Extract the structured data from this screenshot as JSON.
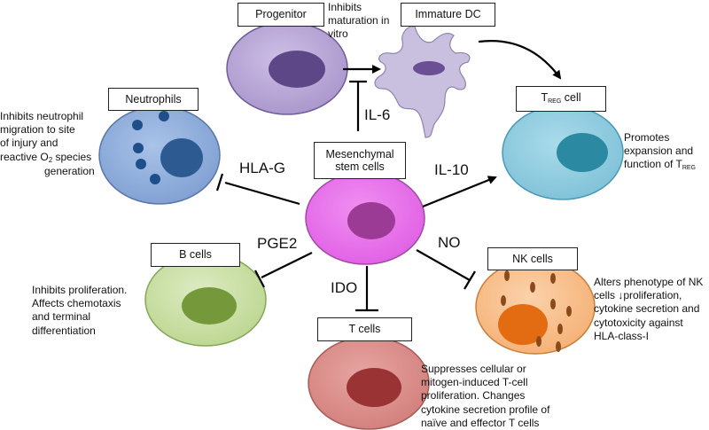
{
  "cells": {
    "progenitor": {
      "name": "Progenitor"
    },
    "immature_dc": {
      "name": "Immature DC"
    },
    "neutrophils": {
      "name": "Neutrophils"
    },
    "treg": {
      "name_main": "T",
      "name_sub": "REG",
      "name_rest": " cell"
    },
    "msc": {
      "name_line1": "Mesenchymal",
      "name_line2": "stem cells"
    },
    "b_cells": {
      "name": "B cells"
    },
    "nk_cells": {
      "name": "NK cells"
    },
    "t_cells": {
      "name": "T cells"
    }
  },
  "effects": {
    "dc": [
      "Inhibits",
      "maturation in",
      "vitro"
    ],
    "neutrophils": [
      "Inhibits neutrophil",
      "migration to site",
      "of injury and",
      "species",
      "generation"
    ],
    "neutrophils_o2": {
      "main": "reactive O",
      "sub": "2"
    },
    "treg": {
      "line1": "Promotes",
      "line2": "expansion and",
      "line3_main": "function of T",
      "line3_sub": "REG"
    },
    "b_cells": [
      "Inhibits proliferation.",
      "Affects chemotaxis",
      "and terminal",
      "differentiation"
    ],
    "nk_cells": [
      "Alters phenotype of NK",
      "cells ↓proliferation,",
      "cytokine secretion and",
      "cytotoxicity against",
      "HLA-class-I"
    ],
    "t_cells": [
      "Suppresses cellular or",
      "mitogen-induced T-cell",
      "proliferation.  Changes",
      "cytokine secretion profile of",
      "naïve and effector T cells"
    ]
  },
  "mediators": {
    "il6": "IL-6",
    "hla_g": "HLA-G",
    "il10": "IL-10",
    "pge2": "PGE2",
    "ido": "IDO",
    "no": "NO"
  },
  "colors": {
    "progenitor_outer": "#b4a3d3",
    "progenitor_nucleus": "#5e4787",
    "dc_body": "#c9bfdf",
    "dc_nucleus": "#6a4f95",
    "neutrophil_outer": "#8eaedb",
    "neutrophil_nucleus": "#2c5a91",
    "treg_outer": "#8ecde0",
    "treg_nucleus": "#2b8aa2",
    "msc_outer": "#e870ea",
    "msc_nucleus": "#9b3b95",
    "b_outer": "#c7dfa0",
    "b_nucleus": "#75993a",
    "nk_outer": "#f8bf8a",
    "nk_nucleus": "#e36c12",
    "nk_granule": "#8b4a1c",
    "t_outer": "#da8e8b",
    "t_nucleus": "#9a3434"
  }
}
